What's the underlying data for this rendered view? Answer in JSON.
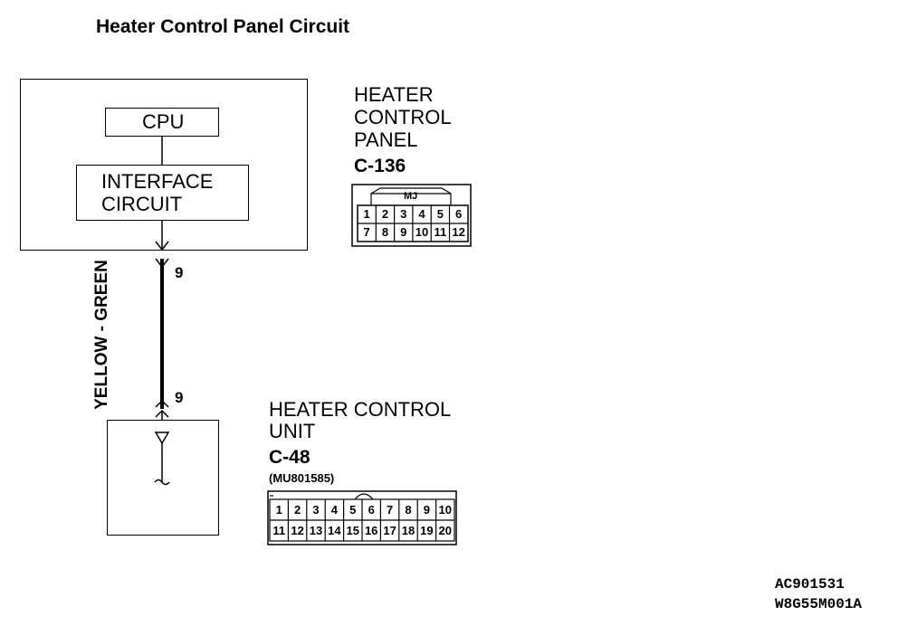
{
  "title": "Heater Control Panel Circuit",
  "panel": {
    "name_lines": [
      "HEATER",
      "CONTROL",
      "PANEL"
    ],
    "connector": "C-136",
    "connector_tag": "MJ",
    "cpu_label": "CPU",
    "interface_lines": [
      "INTERFACE",
      "CIRCUIT"
    ],
    "pin_row_top": [
      "1",
      "2",
      "3",
      "4",
      "5",
      "6"
    ],
    "pin_row_bottom": [
      "7",
      "8",
      "9",
      "10",
      "11",
      "12"
    ]
  },
  "unit": {
    "name_lines": [
      "HEATER CONTROL",
      "UNIT"
    ],
    "connector": "C-48",
    "part_number": "(MU801585)",
    "pin_row_top": [
      "1",
      "2",
      "3",
      "4",
      "5",
      "6",
      "7",
      "8",
      "9",
      "10"
    ],
    "pin_row_bottom": [
      "11",
      "12",
      "13",
      "14",
      "15",
      "16",
      "17",
      "18",
      "19",
      "20"
    ]
  },
  "wire": {
    "color": "YELLOW - GREEN",
    "pin_panel": "9",
    "pin_unit": "9"
  },
  "footer": {
    "code1": "AC901531",
    "code2": "W8G55M001A"
  }
}
